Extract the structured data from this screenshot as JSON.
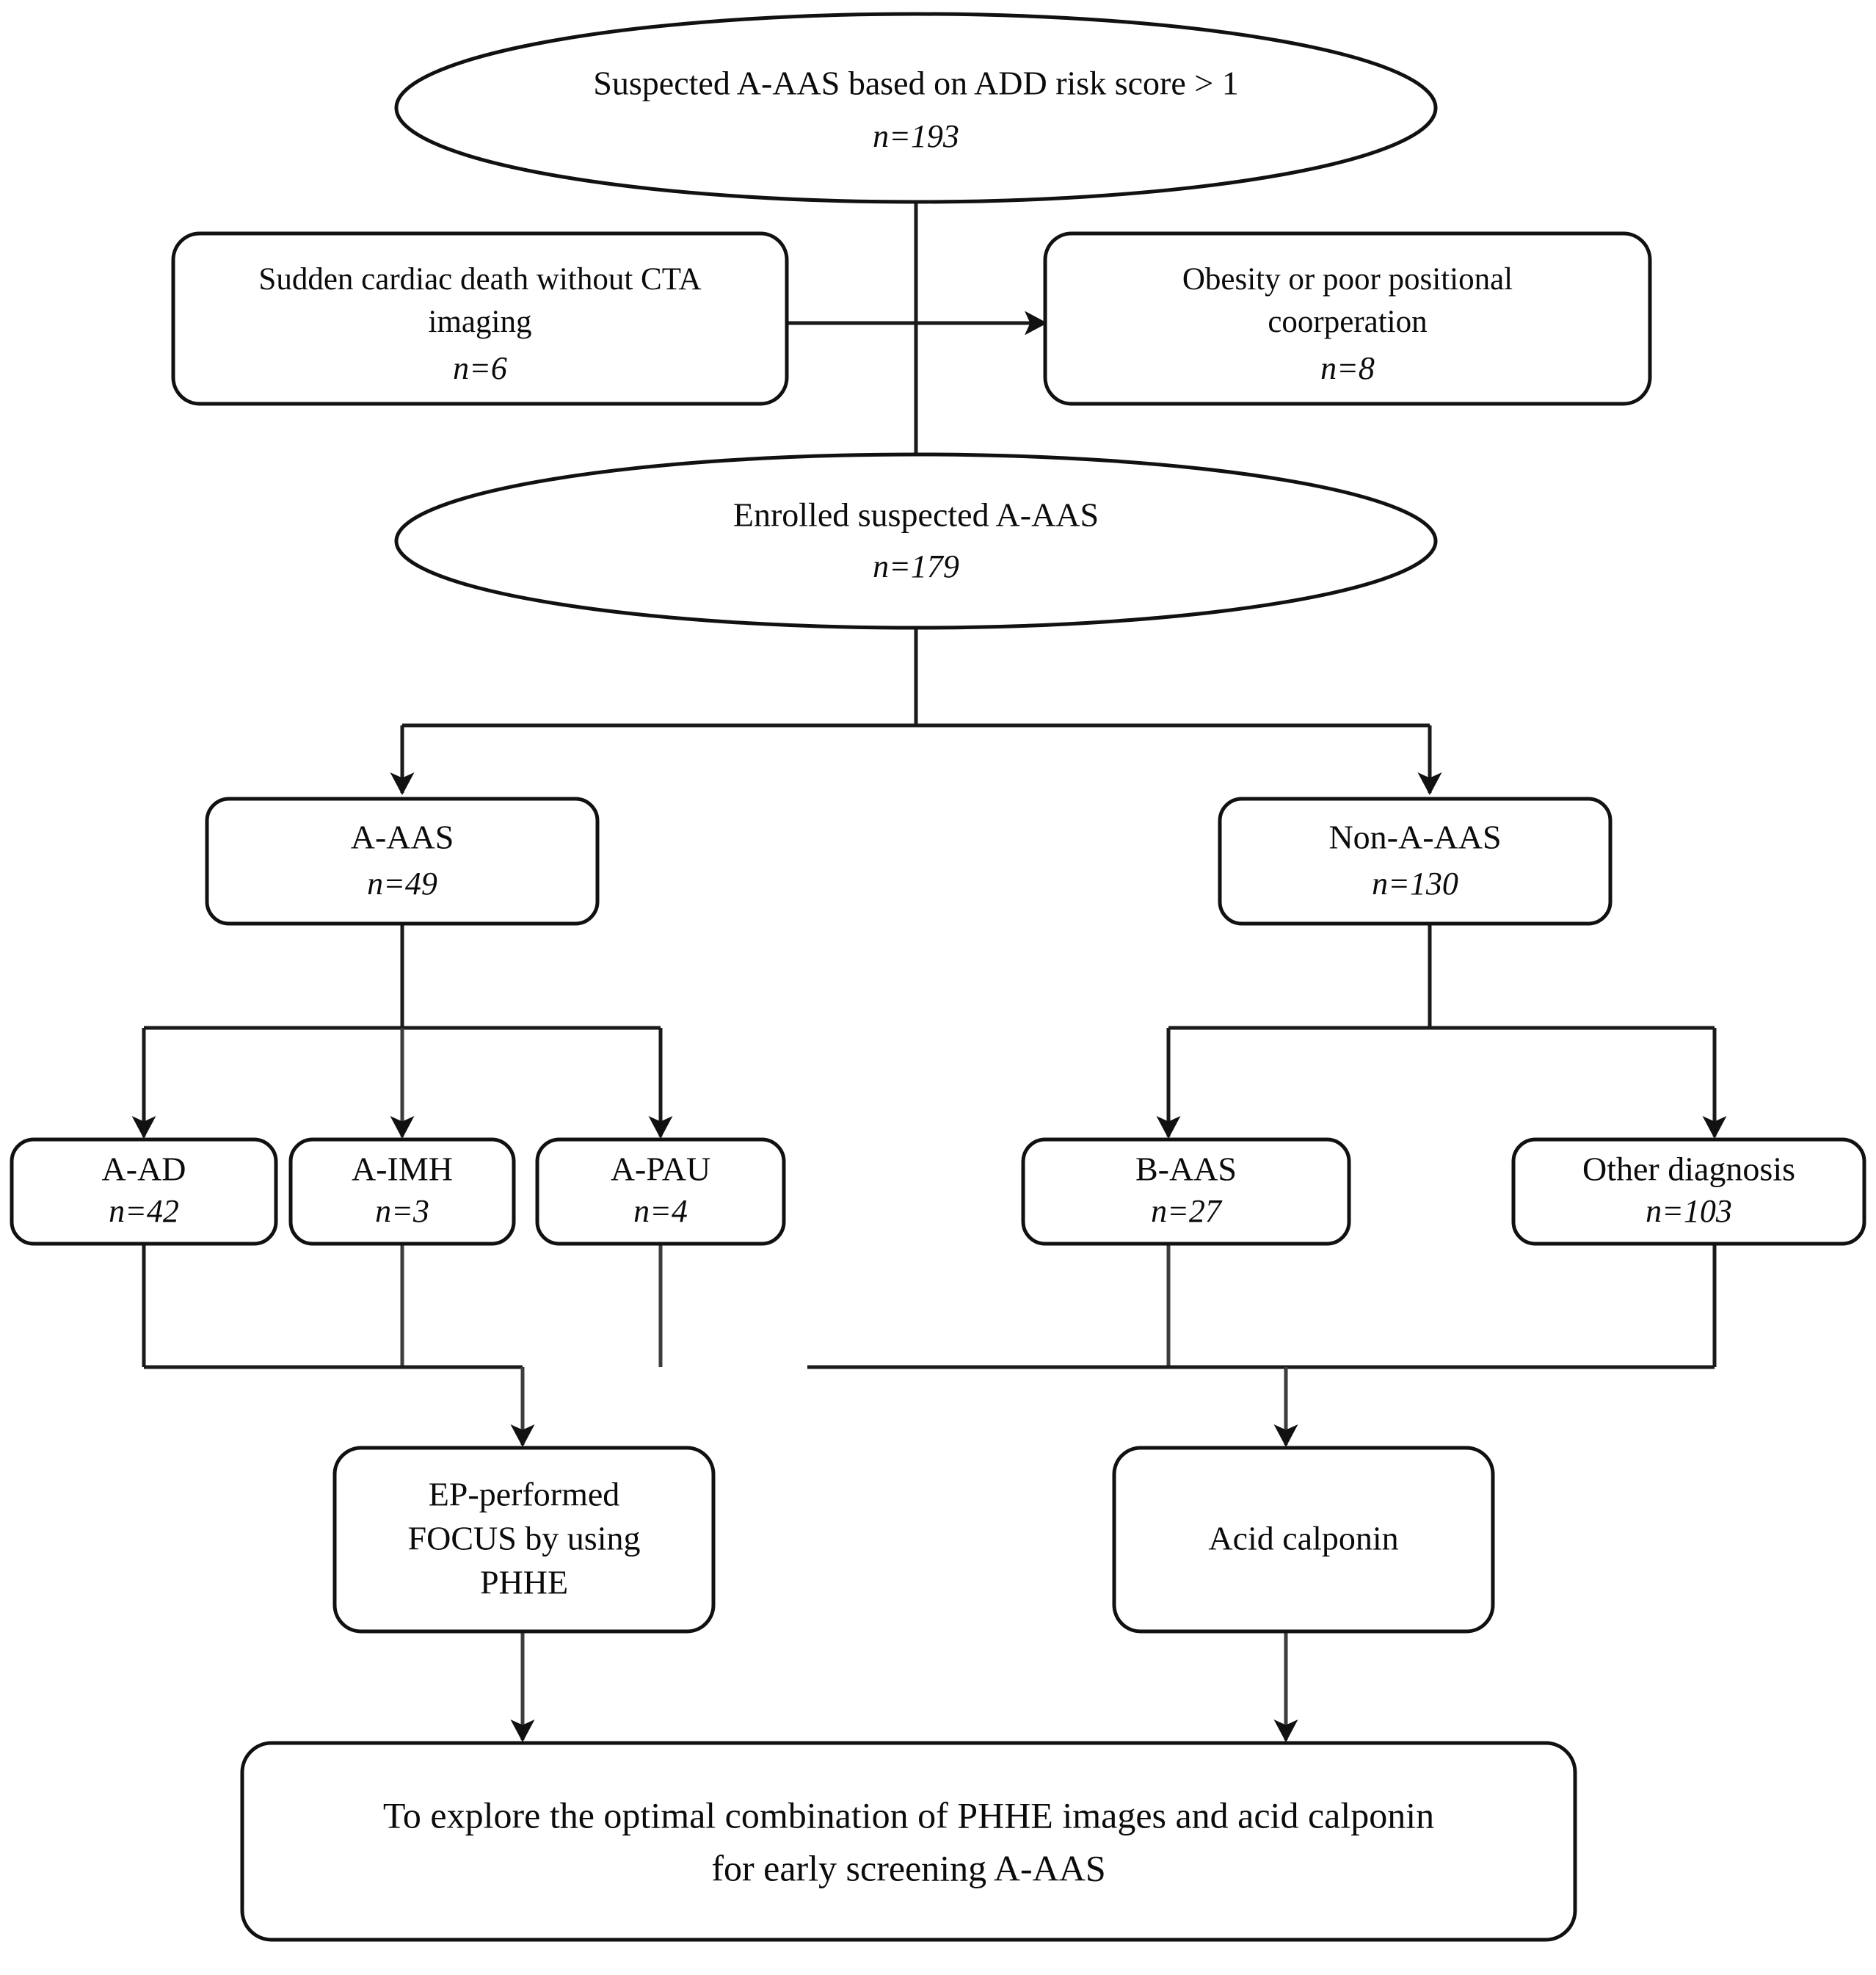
{
  "diagram": {
    "title": "A-AAS screening study flow diagram",
    "colors": {
      "background": "#ffffff",
      "stroke": "#111111",
      "connector": "#1a1a1a",
      "connector_gray": "#3d3d3d",
      "text": "#0b0b0b"
    },
    "nodes": {
      "suspected": {
        "shape": "ellipse",
        "line1": "Suspected A-AAS based on ADD risk score  > 1",
        "count": "n=193"
      },
      "excluded_left": {
        "shape": "rounded-rect",
        "line1": "Sudden cardiac death without CTA",
        "line2": "imaging",
        "count": "n=6"
      },
      "excluded_right": {
        "shape": "rounded-rect",
        "line1": "Obesity or poor positional",
        "line2": "coorperation",
        "count": "n=8"
      },
      "enrolled": {
        "shape": "ellipse",
        "line1": "Enrolled suspected A-AAS",
        "count": "n=179"
      },
      "a_aas": {
        "shape": "rounded-rect",
        "line1": "A-AAS",
        "count": "n=49"
      },
      "non_a_aas": {
        "shape": "rounded-rect",
        "line1": "Non-A-AAS",
        "count": "n=130"
      },
      "a_ad": {
        "shape": "rounded-rect",
        "line1": "A-AD",
        "count": "n=42"
      },
      "a_imh": {
        "shape": "rounded-rect",
        "line1": "A-IMH",
        "count": "n=3"
      },
      "a_pau": {
        "shape": "rounded-rect",
        "line1": "A-PAU",
        "count": "n=4"
      },
      "b_aas": {
        "shape": "rounded-rect",
        "line1": "B-AAS",
        "count": "n=27"
      },
      "other_diagnosis": {
        "shape": "rounded-rect",
        "line1": "Other diagnosis",
        "count": "n=103"
      },
      "focus": {
        "shape": "rounded-rect",
        "line1": "EP-performed",
        "line2": "FOCUS by using",
        "line3": "PHHE"
      },
      "calponin": {
        "shape": "rounded-rect",
        "line1": "Acid calponin"
      },
      "conclusion": {
        "shape": "rounded-rect",
        "line1": "To explore the optimal combination of PHHE images and acid calponin",
        "line2": "for early screening A-AAS"
      }
    },
    "edges": [
      {
        "from": "suspected",
        "to": "enrolled",
        "type": "line"
      },
      {
        "from": "trunk",
        "to": "excluded_left",
        "type": "arrow-left"
      },
      {
        "from": "trunk",
        "to": "excluded_right",
        "type": "arrow-right"
      },
      {
        "from": "enrolled",
        "to": "a_aas",
        "type": "arrow-down"
      },
      {
        "from": "enrolled",
        "to": "non_a_aas",
        "type": "arrow-down"
      },
      {
        "from": "a_aas",
        "to": "a_ad",
        "type": "arrow-down"
      },
      {
        "from": "a_aas",
        "to": "a_imh",
        "type": "arrow-down"
      },
      {
        "from": "a_aas",
        "to": "a_pau",
        "type": "arrow-down"
      },
      {
        "from": "non_a_aas",
        "to": "b_aas",
        "type": "arrow-down"
      },
      {
        "from": "non_a_aas",
        "to": "other_diagnosis",
        "type": "arrow-down"
      },
      {
        "from": "a_ad,a_imh,a_pau",
        "to": "focus",
        "type": "merge-arrow-down"
      },
      {
        "from": "b_aas,other_diagnosis",
        "to": "calponin",
        "type": "merge-arrow-down"
      },
      {
        "from": "focus",
        "to": "conclusion",
        "type": "arrow-down"
      },
      {
        "from": "calponin",
        "to": "conclusion",
        "type": "arrow-down"
      }
    ]
  }
}
